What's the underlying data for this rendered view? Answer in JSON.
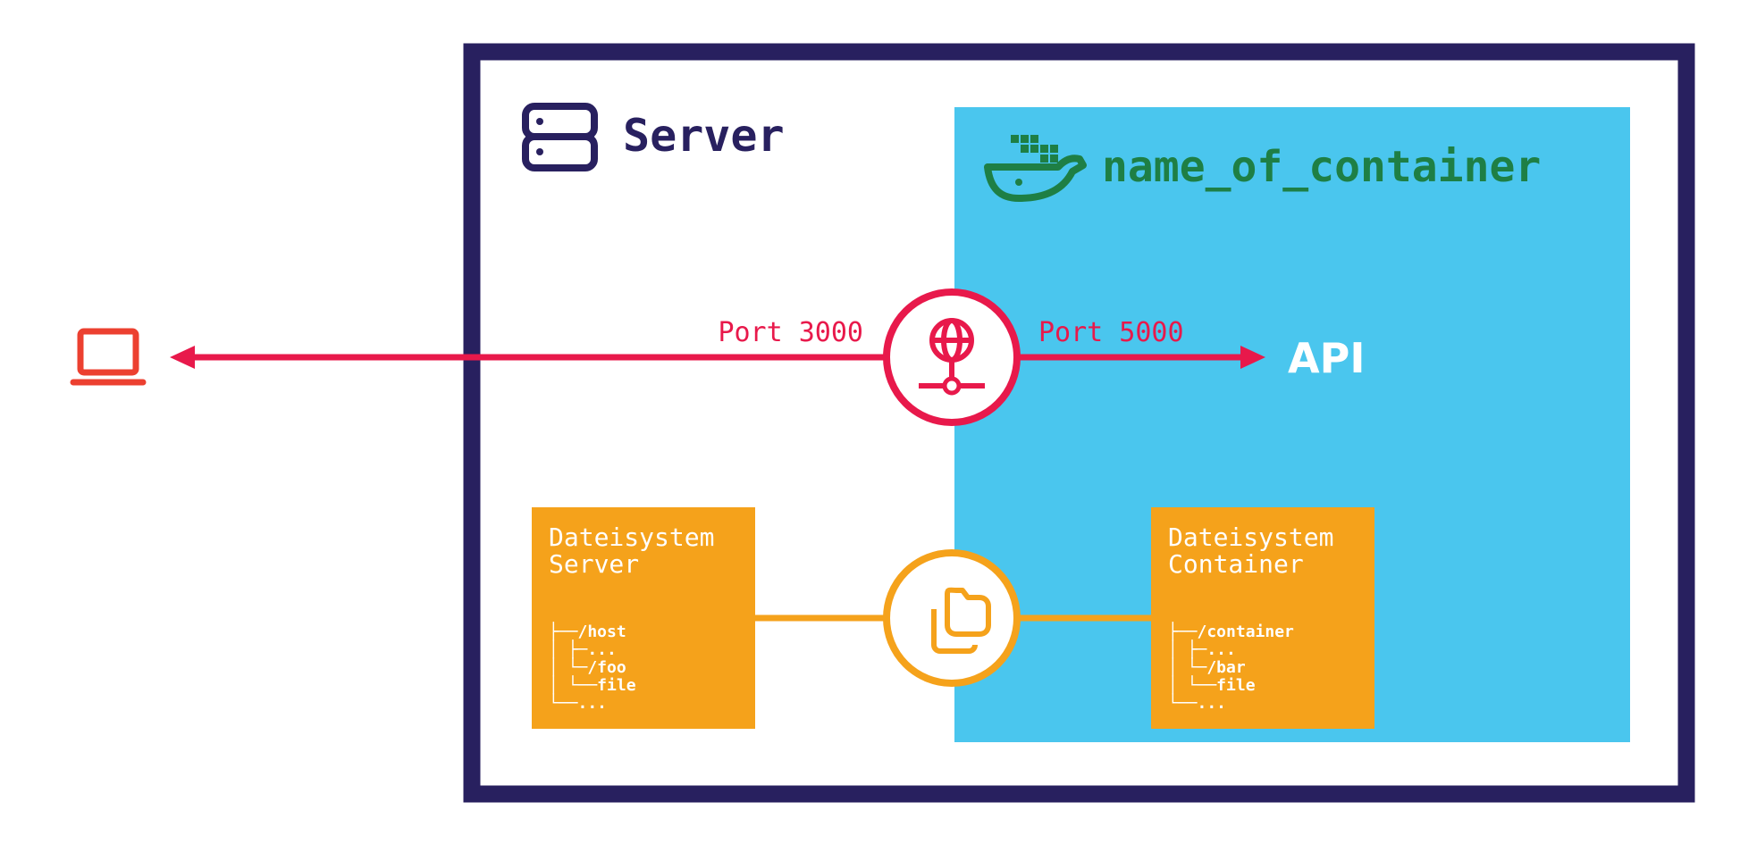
{
  "server": {
    "title": "Server"
  },
  "container": {
    "title": "name_of_container"
  },
  "network": {
    "host_port_label": "Port 3000",
    "container_port_label": "Port 5000",
    "target_label": "API"
  },
  "filesystem_server": {
    "title_line1": "Dateisystem",
    "title_line2": "Server",
    "tree": [
      {
        "prefix": "├──",
        "name": "/host"
      },
      {
        "prefix": "│  ├─",
        "name": "..."
      },
      {
        "prefix": "│  └─",
        "name": "/foo"
      },
      {
        "prefix": "│     └──",
        "name": "file"
      },
      {
        "prefix": "└──",
        "name": "..."
      }
    ]
  },
  "filesystem_container": {
    "title_line1": "Dateisystem",
    "title_line2": "Container",
    "tree": [
      {
        "prefix": "├──",
        "name": "/container"
      },
      {
        "prefix": "│  ├─",
        "name": "..."
      },
      {
        "prefix": "│  └─",
        "name": "/bar"
      },
      {
        "prefix": "│     └──",
        "name": "file"
      },
      {
        "prefix": "└──",
        "name": "..."
      }
    ]
  },
  "icons": {
    "laptop": "laptop-icon",
    "server": "server-icon",
    "docker": "docker-whale-icon",
    "network": "network-globe-icon",
    "folders": "folders-icon"
  },
  "colors": {
    "navy": "#28205f",
    "container_bg": "#4ac6ee",
    "docker_green": "#1e7f45",
    "network_red": "#e8194b",
    "laptop_red": "#ec4030",
    "fs_orange": "#f5a21b",
    "white": "#ffffff"
  }
}
